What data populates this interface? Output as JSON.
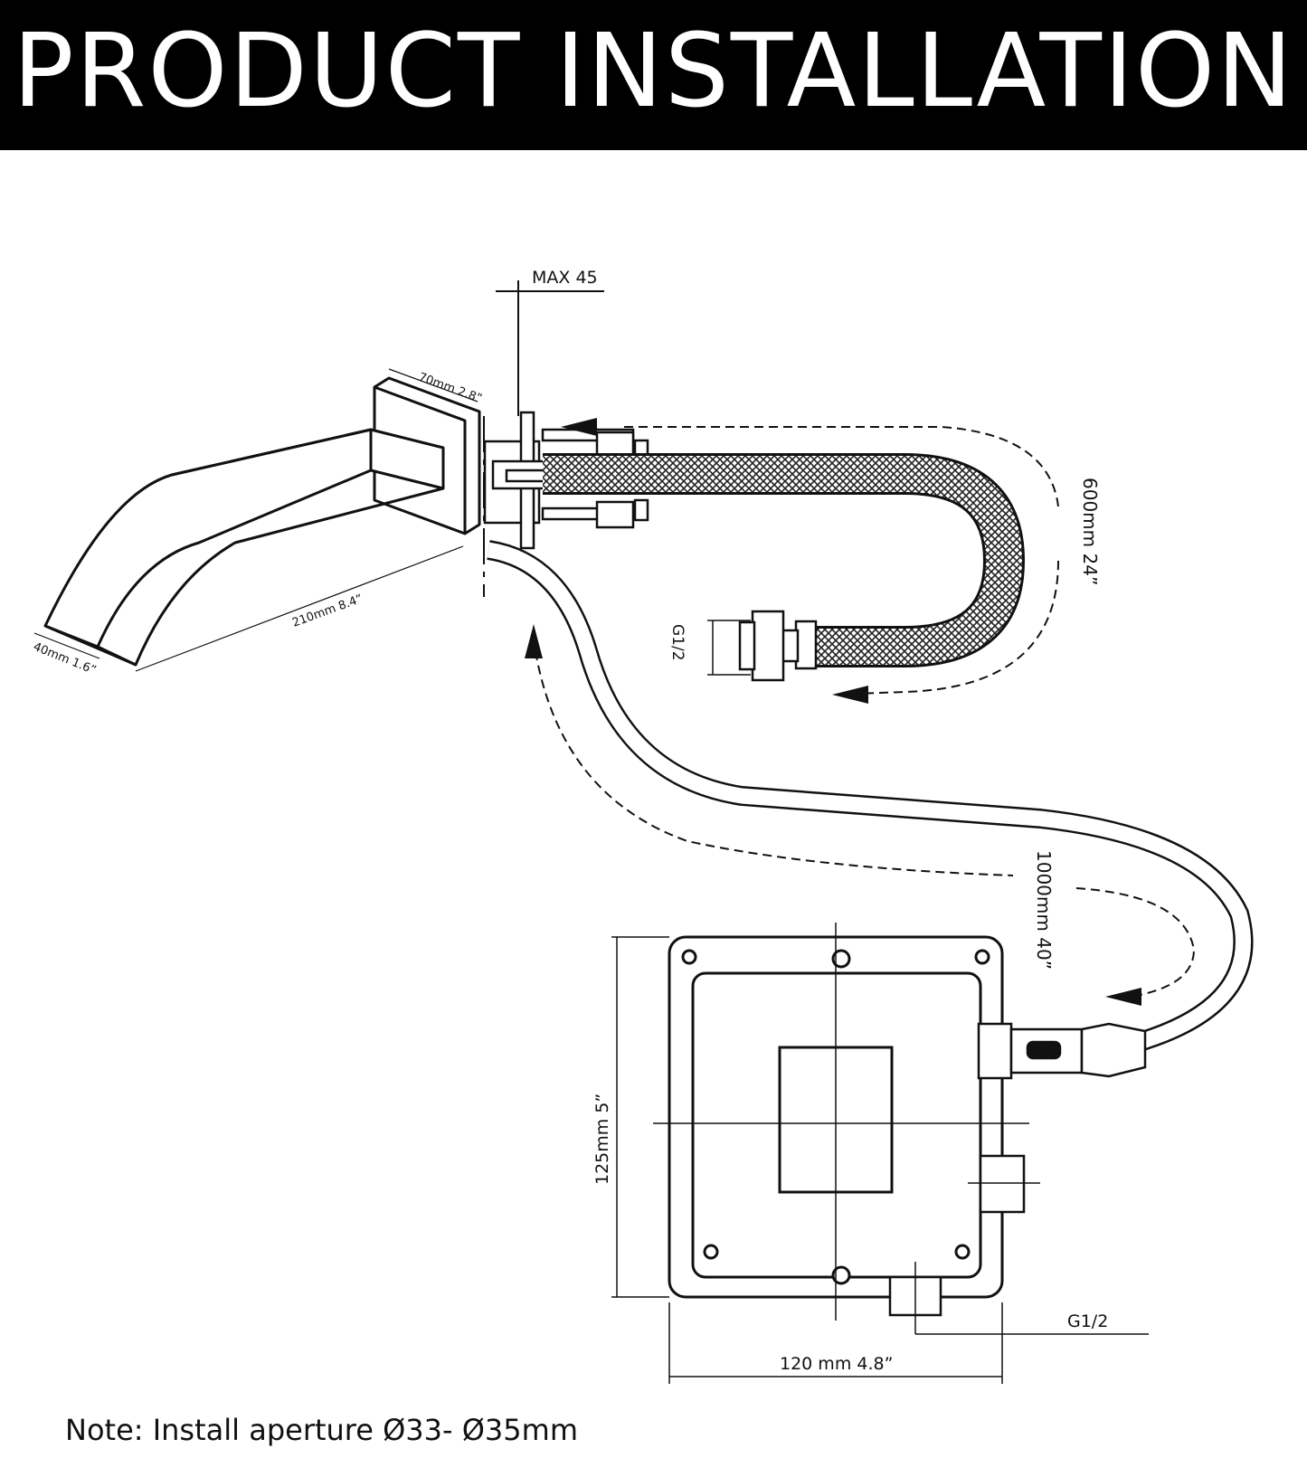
{
  "header": {
    "title": "PRODUCT INSTALLATION"
  },
  "dimensions": {
    "max_thickness": "MAX 45",
    "plate_width": "70mm 2.8”",
    "spout_length": "210mm 8.4”",
    "spout_width": "40mm 1.6”",
    "hose_length": "600mm 24”",
    "hose_thread": "G1/2",
    "cable_length": "1000mm 40”",
    "box_height": "125mm 5”",
    "box_width": "120 mm 4.8”",
    "outlet_thread": "G1/2"
  },
  "note": "Note: Install aperture Ø33- Ø35mm",
  "colors": {
    "banner": "#000000",
    "banner_text": "#ffffff",
    "line": "#111111"
  }
}
